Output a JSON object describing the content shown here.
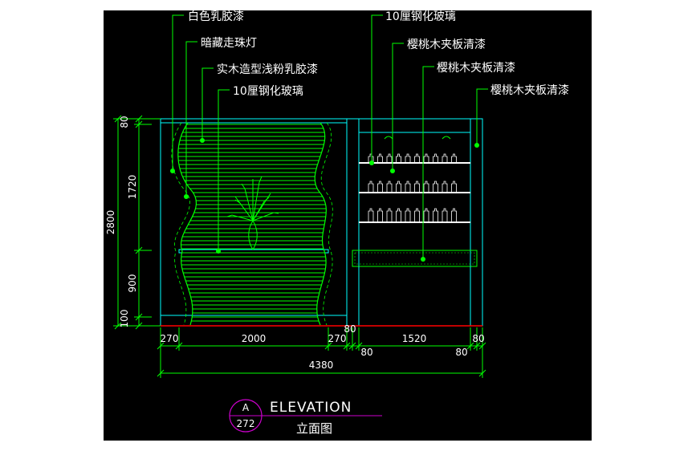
{
  "colors": {
    "background": "#000000",
    "leader": "#00ff00",
    "outline": "#00ffff",
    "text": "#ffffff",
    "floor": "#ff0000",
    "shelf": "#ffffff",
    "title_mark": "#cc00cc"
  },
  "callouts_left": [
    {
      "text": "白色乳胶漆"
    },
    {
      "text": "暗藏走珠灯"
    },
    {
      "text": "实木造型浅粉乳胶漆"
    },
    {
      "text": "10厘钢化玻璃"
    }
  ],
  "callouts_right": [
    {
      "text": "10厘钢化玻璃"
    },
    {
      "text": "樱桃木夹板清漆"
    },
    {
      "text": "樱桃木夹板清漆"
    },
    {
      "text": "樱桃木夹板清漆"
    }
  ],
  "dimensions": {
    "overall_height": "2800",
    "vertical": [
      "80",
      "1720",
      "900",
      "100"
    ],
    "horizontal_top": [
      "270",
      "2000",
      "270",
      "80",
      "1520",
      "80"
    ],
    "horizontal_bottom": [
      "80",
      "80"
    ],
    "overall_width": "4380"
  },
  "title": {
    "symbol_letter": "A",
    "symbol_number": "272",
    "name_en": "ELEVATION",
    "name_cn": "立面图"
  }
}
